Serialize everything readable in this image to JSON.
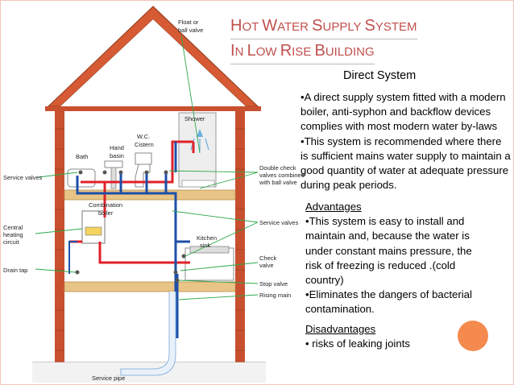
{
  "title": {
    "line1": [
      {
        "cap": "H",
        "rest": "OT "
      },
      {
        "cap": "W",
        "rest": "ATER "
      },
      {
        "cap": "S",
        "rest": "UPPLY "
      },
      {
        "cap": "S",
        "rest": "YSTEM"
      }
    ],
    "line2": [
      {
        "cap": "I",
        "rest": "N "
      },
      {
        "cap": "L",
        "rest": "OW "
      },
      {
        "cap": "R",
        "rest": "ISE "
      },
      {
        "cap": "B",
        "rest": "UILDING"
      }
    ]
  },
  "subtitle": "Direct System",
  "intro": {
    "p1": "•A direct supply system fitted with a modern boiler, anti-syphon and backflow devices  complies with most modern water by-laws",
    "p2": "•This system is recommended where there is sufficient mains water supply to maintain a good quantity of water at adequate pressure during peak periods."
  },
  "advantages": {
    "heading": "Advantages",
    "p1": "•This system is easy to install and maintain and, because the water is under constant mains pressure, the risk of freezing is reduced .(cold country)",
    "p2": "•Eliminates the dangers of bacterial contamination."
  },
  "disadvantages": {
    "heading": "Disadvantages",
    "p1": "• risks of leaking joints"
  },
  "diagram_labels": {
    "float_valve": [
      "Float or",
      "ball valve"
    ],
    "shower": "Shower",
    "wc_cistern": [
      "W.C.",
      "Cistern"
    ],
    "hand_basin": [
      "Hand",
      "basin"
    ],
    "bath": "Bath",
    "service_valves_left": "Service valves",
    "double_check": [
      "Double check",
      "valves combined",
      "with ball valve"
    ],
    "combination_boiler": [
      "Combination",
      "boiler"
    ],
    "service_valves_right": "Service valves",
    "central_heating": [
      "Central",
      "heating",
      "circuit"
    ],
    "kitchen_sink": [
      "Kitchen",
      "sink"
    ],
    "drain_tap": "Drain tap",
    "check_valve": [
      "Check",
      "valve"
    ],
    "stop_valve": "Stop valve",
    "rising_main": "Rising main",
    "service_pipe": "Service pipe"
  },
  "colors": {
    "accent": "#c0504d",
    "hot_pipe": "#e0202a",
    "cold_pipe": "#1d4fa8",
    "brick": "#c9502f",
    "floor": "#e8c486",
    "annotation": "#2ea84a",
    "dot": "#f58a4e"
  }
}
